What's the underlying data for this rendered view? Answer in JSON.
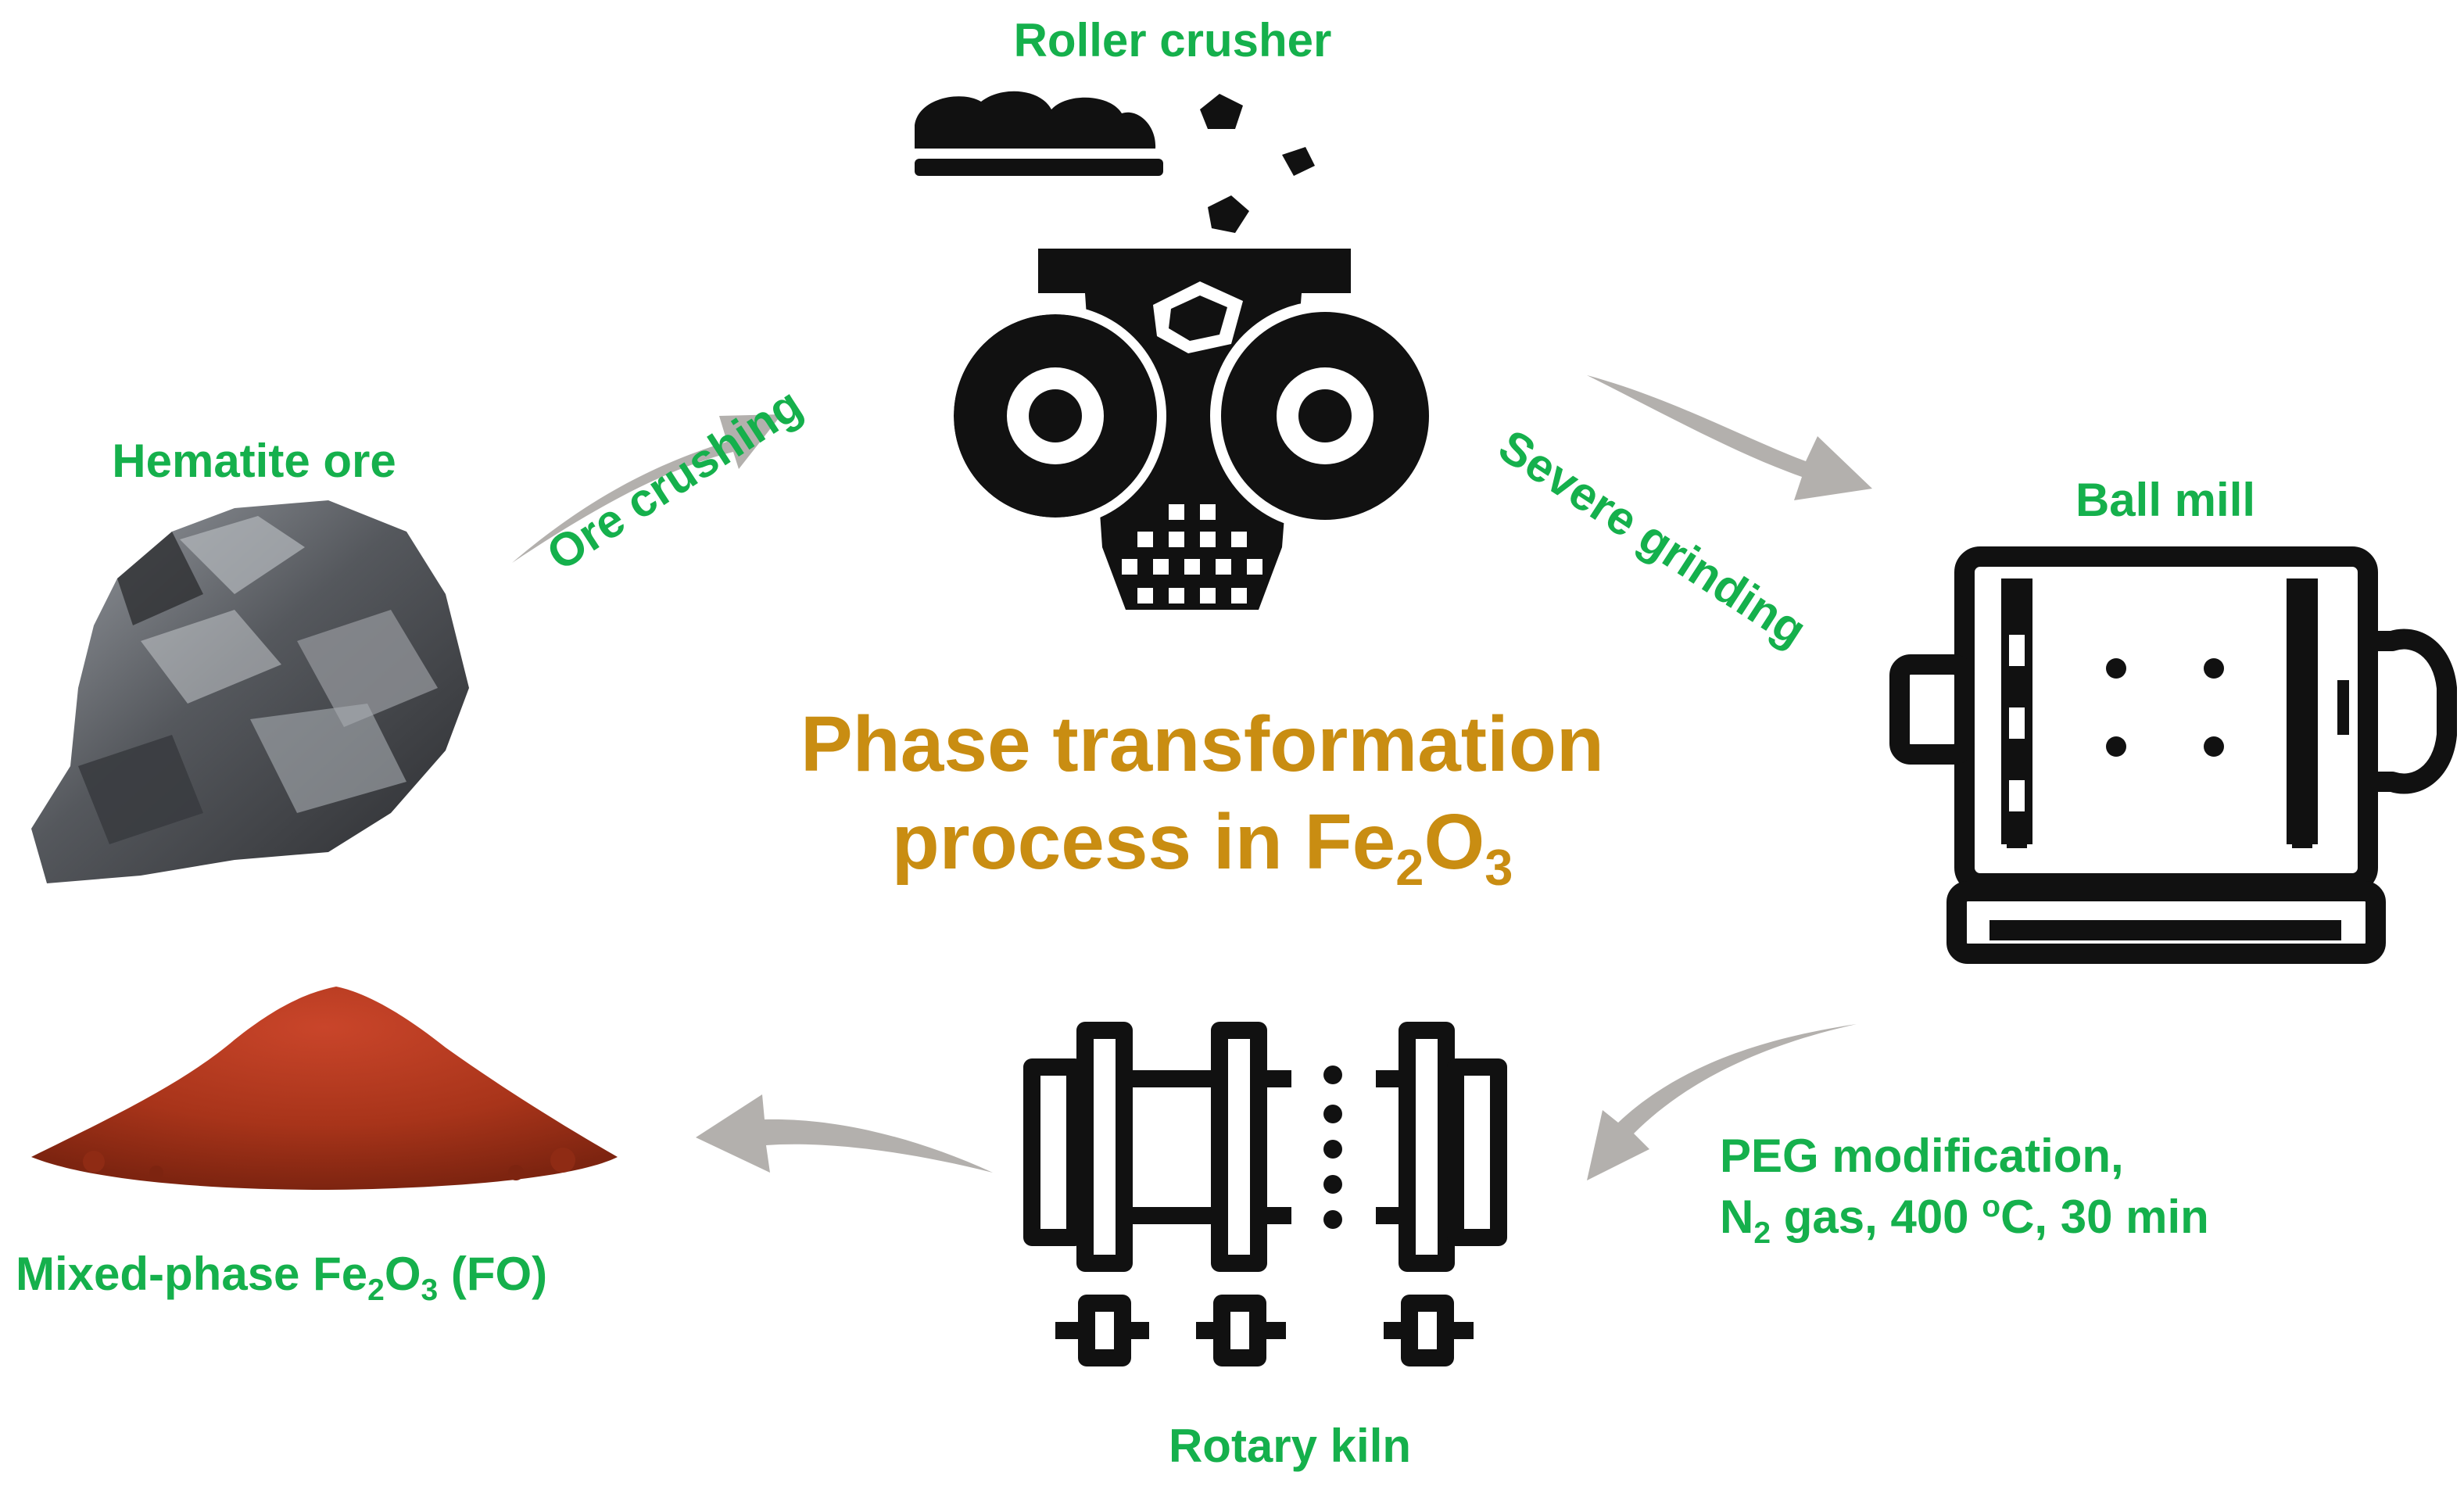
{
  "title": {
    "line1": "Phase transformation",
    "line2_pre": "process in Fe",
    "line2_sub1": "2",
    "line2_mid": "O",
    "line2_sub2": "3"
  },
  "nodes": {
    "roller_crusher": "Roller crusher",
    "hematite_ore": "Hematite ore",
    "ball_mill": "Ball mill",
    "rotary_kiln": "Rotary kiln",
    "product": {
      "pre": "Mixed-phase Fe",
      "sub1": "2",
      "mid": "O",
      "sub2": "3",
      "post": " (FO)"
    }
  },
  "steps": {
    "ore_crushing": "Ore crushing",
    "severe_grinding": "Severe grinding",
    "peg_line1": "PEG modification,",
    "peg_line2_pre": "N",
    "peg_line2_sub": "2",
    "peg_line2_mid": " gas, 400 ",
    "peg_line2_sup": "o",
    "peg_line2_post": "C, 30 min"
  },
  "colors": {
    "label": "#15b04c",
    "title": "#c98d12",
    "arrow": "#b3b0ad",
    "icon": "#111111",
    "ore": "#6b6e72",
    "powder": "#a8341a"
  }
}
